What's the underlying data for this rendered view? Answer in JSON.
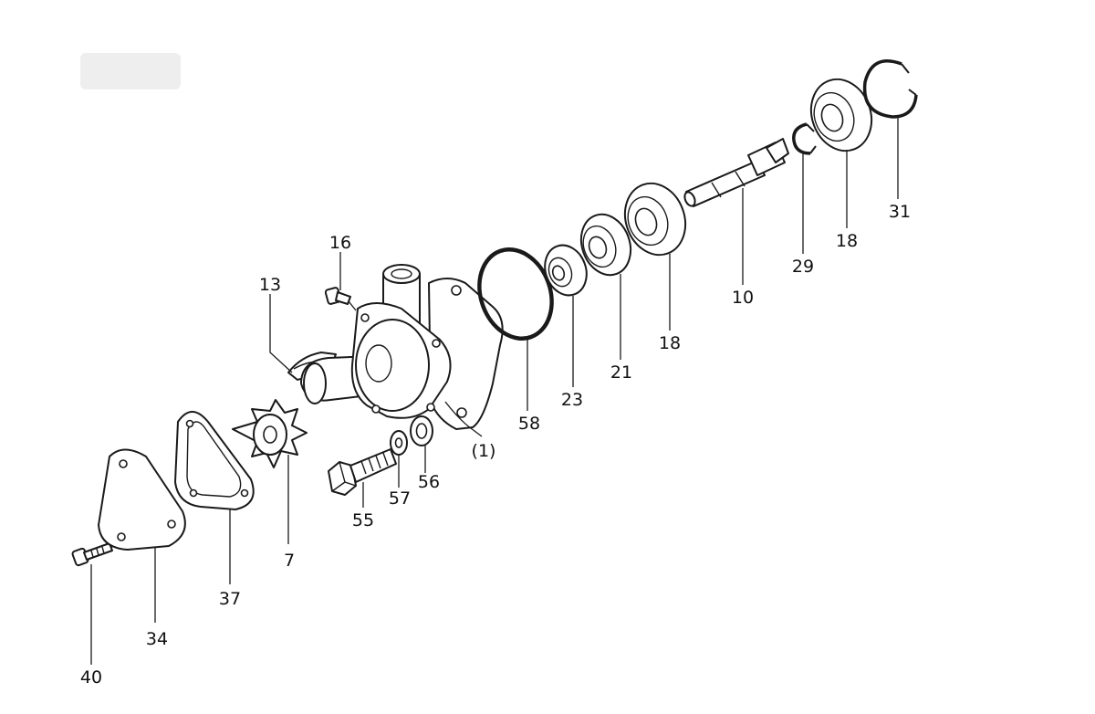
{
  "labels": {
    "p40": "40",
    "p34": "34",
    "p37": "37",
    "p7": "7",
    "p13": "13",
    "p16": "16",
    "p55": "55",
    "p57": "57",
    "p56": "56",
    "p1": "(1)",
    "p58": "58",
    "p23": "23",
    "p21": "21",
    "p18a": "18",
    "p10": "10",
    "p29": "29",
    "p18b": "18",
    "p31": "31"
  },
  "colors": {
    "ink": "#1a1a1a",
    "paper": "#ffffff"
  }
}
